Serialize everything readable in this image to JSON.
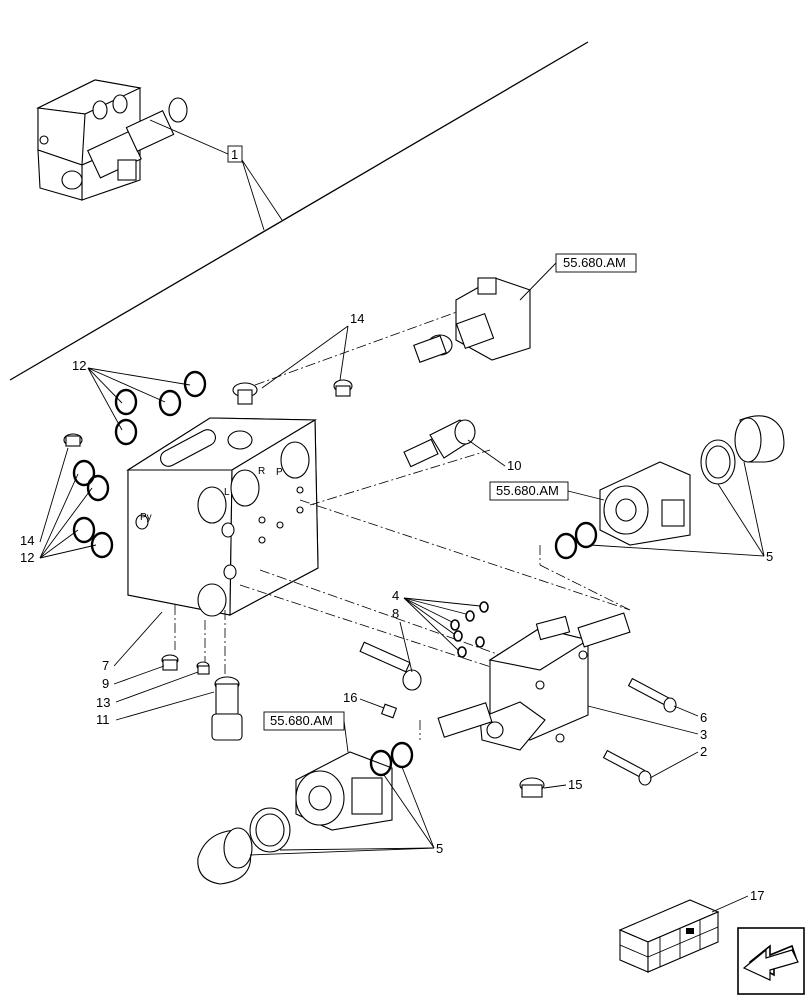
{
  "callouts": {
    "c1": "1",
    "c2": "2",
    "c3": "3",
    "c4": "4",
    "c5a": "5",
    "c5b": "5",
    "c6": "6",
    "c7": "7",
    "c8": "8",
    "c9": "9",
    "c10": "10",
    "c11": "11",
    "c12a": "12",
    "c12b": "12",
    "c13": "13",
    "c14a": "14",
    "c14b": "14",
    "c15": "15",
    "c16": "16",
    "c17": "17"
  },
  "references": {
    "ref_top": "55.680.AM",
    "ref_mid": "55.680.AM",
    "ref_bottom": "55.680.AM"
  },
  "port_marks": {
    "p": "P",
    "l": "L",
    "r": "R",
    "py": "Py"
  },
  "icons": {
    "nav": "arrow-left-icon",
    "crate": "crate-icon"
  }
}
